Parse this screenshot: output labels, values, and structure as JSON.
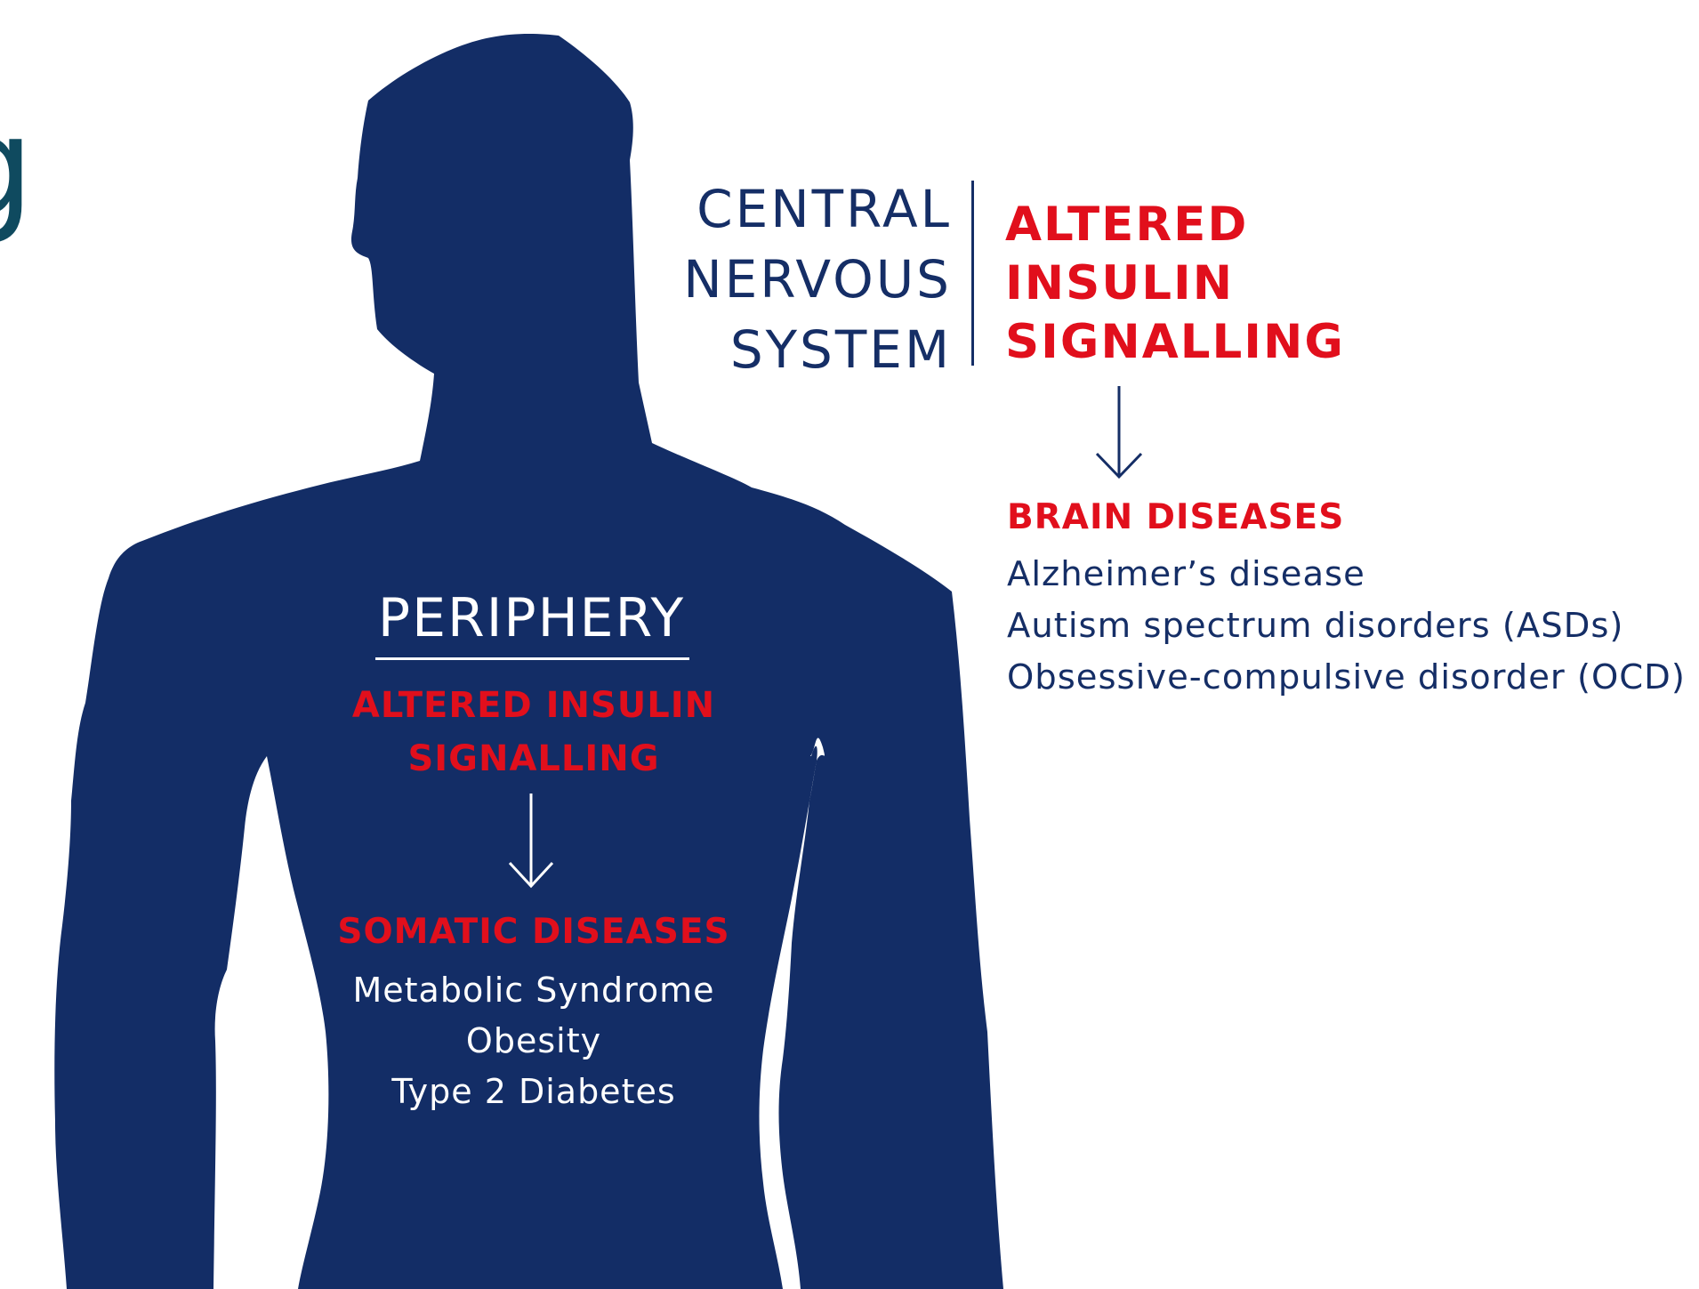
{
  "colors": {
    "navy": "#152e66",
    "silhouette": "#132d66",
    "red": "#e10f1c",
    "white": "#ffffff",
    "edge_teal": "#0f4a5f"
  },
  "edge_fragment": "g",
  "cns": {
    "label_lines": [
      "CENTRAL",
      "NERVOUS",
      "SYSTEM"
    ],
    "signal_lines": [
      "ALTERED",
      "INSULIN",
      "SIGNALLING"
    ],
    "arrow_icon": "down-arrow-icon",
    "diseases_title": "BRAIN DISEASES",
    "diseases": [
      "Alzheimer’s disease",
      "Autism spectrum disorders (ASDs)",
      "Obsessive-compulsive disorder (OCD)"
    ]
  },
  "periphery": {
    "title": "PERIPHERY",
    "signal_lines": [
      "ALTERED INSULIN",
      "SIGNALLING"
    ],
    "arrow_icon": "down-arrow-icon",
    "diseases_title": "SOMATIC DISEASES",
    "diseases": [
      "Metabolic Syndrome",
      "Obesity",
      "Type 2 Diabetes"
    ]
  }
}
